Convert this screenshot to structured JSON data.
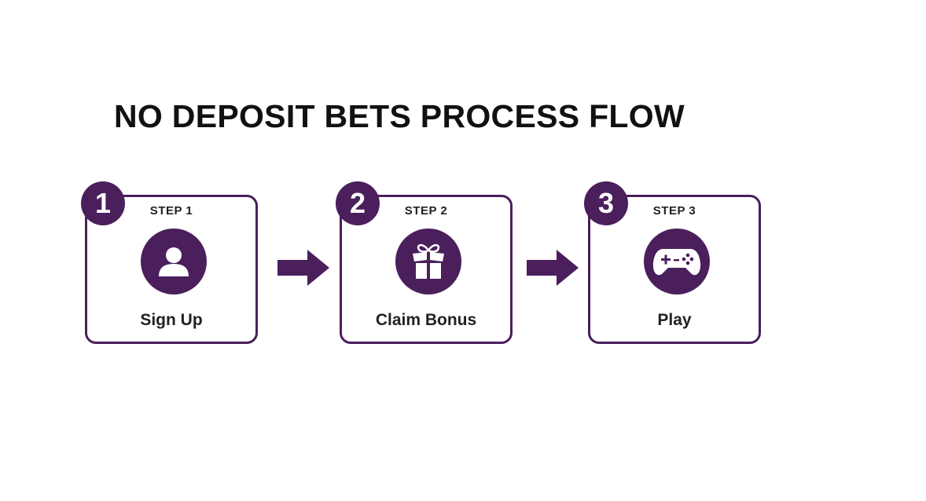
{
  "title": "NO DEPOSIT BETS PROCESS FLOW",
  "accent_color": "#4a1f5c",
  "steps": [
    {
      "number": "1",
      "step_label": "STEP 1",
      "name": "Sign Up",
      "icon": "user-icon"
    },
    {
      "number": "2",
      "step_label": "STEP 2",
      "name": "Claim Bonus",
      "icon": "gift-icon"
    },
    {
      "number": "3",
      "step_label": "STEP 3",
      "name": "Play",
      "icon": "gamepad-icon"
    }
  ]
}
